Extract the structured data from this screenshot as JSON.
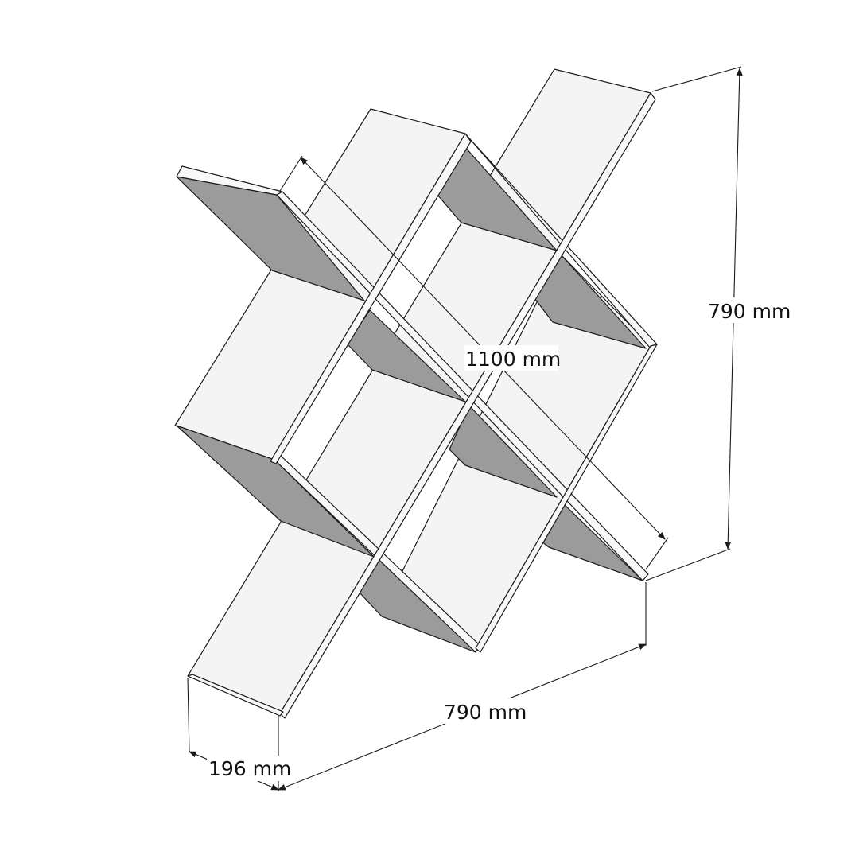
{
  "title": "X-shaped wall shelf dimension drawing",
  "dimensions": {
    "height": "790 mm",
    "diagonal": "1100 mm",
    "width": "790 mm",
    "depth": "196 mm"
  },
  "colors": {
    "board_face": "#f4f4f4",
    "shelf_shadow": "#9b9b9b",
    "line": "#1a1a1a"
  }
}
